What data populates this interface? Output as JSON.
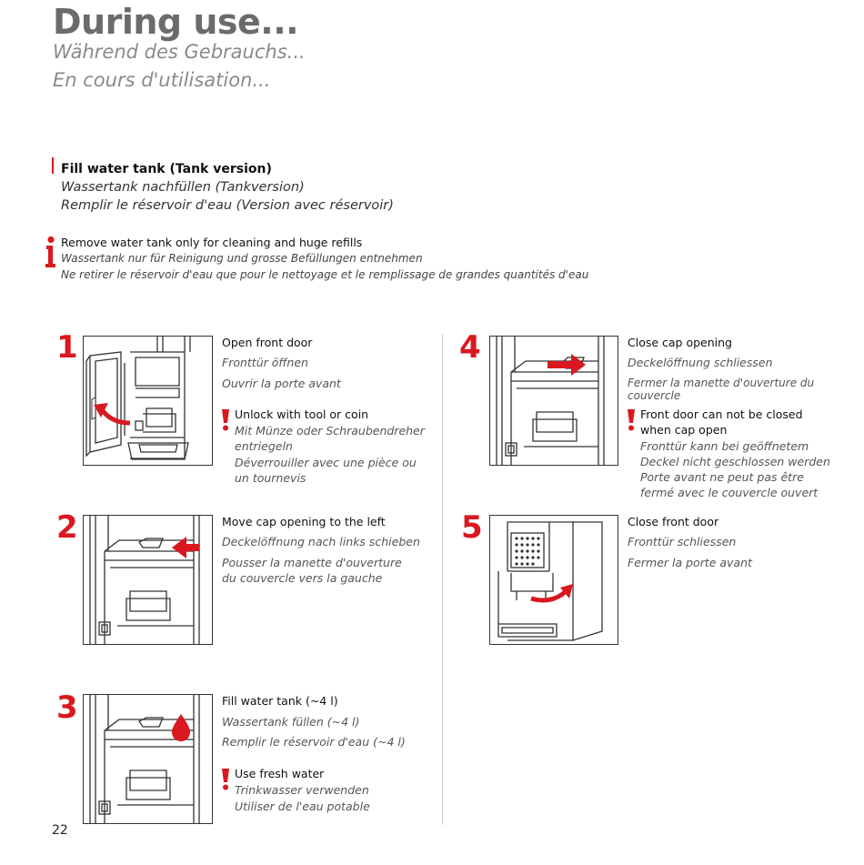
{
  "header": {
    "title_en": "During use...",
    "title_de": "Während des Gebrauchs...",
    "title_fr": "En cours d'utilisation..."
  },
  "section": {
    "en": "Fill water tank (Tank version)",
    "de": "Wassertank nachfüllen (Tankversion)",
    "fr": "Remplir le réservoir d'eau (Version avec réservoir)"
  },
  "info": {
    "en": "Remove water tank only for cleaning and huge refills",
    "de": "Wassertank nur für Reinigung und grosse Befüllungen entnehmen",
    "fr": "Ne retirer le réservoir d'eau que pour le nettoyage et le remplissage de grandes quantités d'eau"
  },
  "steps": [
    {
      "number": "1",
      "en": "Open front door",
      "de": "Fronttür öffnen",
      "fr": "Ouvrir la porte avant",
      "note_en": "Unlock with tool or coin",
      "note_de": "Mit Münze oder Schraubendreher",
      "note_de2": "entriegeln",
      "note_fr": "Déverrouiller avec une pièce ou",
      "note_fr2": "un tournevis"
    },
    {
      "number": "2",
      "en": "Move cap opening to the left",
      "de": "Deckelöffnung nach links schieben",
      "fr": "Pousser la manette d'ouverture",
      "fr2": "du couvercle vers la gauche"
    },
    {
      "number": "3",
      "en": "Fill water tank (~4 l)",
      "de": "Wassertank füllen (~4 l)",
      "fr": "Remplir le réservoir d'eau (~4 l)",
      "note_en": "Use fresh water",
      "note_de": "Trinkwasser verwenden",
      "note_fr": "Utiliser de l'eau potable"
    },
    {
      "number": "4",
      "en": "Close cap opening",
      "de": "Deckelöffnung schliessen",
      "fr": "Fermer la manette d'ouverture du couvercle",
      "note_en": "Front door can not be closed",
      "note_en2": "when cap open",
      "note_de": "Fronttür kann bei geöffnetem",
      "note_de2": "Deckel nicht geschlossen werden",
      "note_fr": "Porte avant ne peut pas être",
      "note_fr2": "fermé avec le couvercle ouvert"
    },
    {
      "number": "5",
      "en": "Close front door",
      "de": "Fronttür schliessen",
      "fr": "Fermer la porte avant"
    }
  ],
  "page_number": "22",
  "colors": {
    "accent": "#d9181f",
    "heading": "#6b6b6b",
    "subheading": "#8a8a8a"
  }
}
